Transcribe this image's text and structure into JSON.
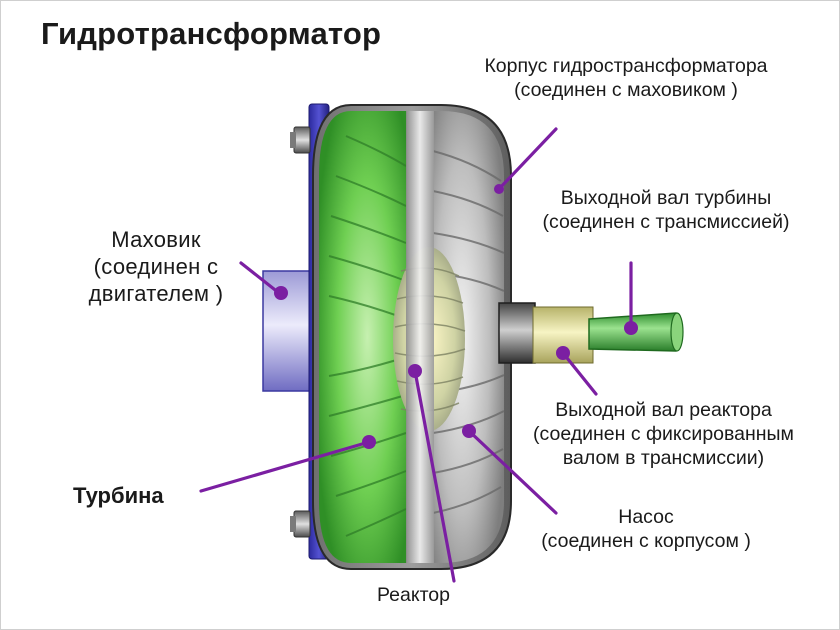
{
  "title": "Гидротрансформатор",
  "colors": {
    "accent_violet": "#7b1fa2",
    "turbine_green": "#4cbb3a",
    "flywheel_blue": "#3b39b8",
    "housing_gray": "#8a8a8a",
    "shaft_green": "#62c35a",
    "reactor_shaft_yellow": "#e7e29a"
  },
  "labels": {
    "housing": {
      "line1": "Корпус гидространсформатора",
      "line2": "(соединен с маховиком )"
    },
    "turbine_shaft": {
      "line1": "Выходной вал турбины",
      "line2": "(соединен с трансмиссией)"
    },
    "flywheel": {
      "line1": "Маховик",
      "line2": "(соединен с",
      "line3": "двигателем )"
    },
    "reactor_shaft": {
      "line1": "Выходной вал реактора",
      "line2": "(соединен с фиксированным",
      "line3": "валом в трансмиссии)"
    },
    "turbine": {
      "line1": "Турбина"
    },
    "pump": {
      "line1": "Насос",
      "line2": "(соединен с корпусом )"
    },
    "reactor": {
      "line1": "Реактор"
    }
  }
}
